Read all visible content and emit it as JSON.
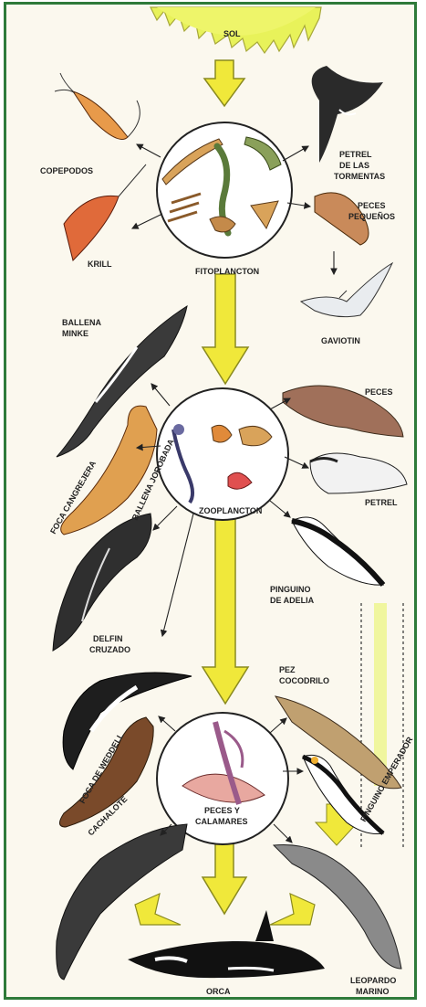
{
  "labels": {
    "sol": "SOL",
    "copepodos": "COPEPODOS",
    "krill": "KRILL",
    "fitoplancton": "FITOPLANCTON",
    "petrel_tormentas_1": "PETREL",
    "petrel_tormentas_2": "DE LAS",
    "petrel_tormentas_3": "TORMENTAS",
    "peces_pequenos_1": "PECES",
    "peces_pequenos_2": "PEQUEÑOS",
    "gaviotin": "GAVIOTIN",
    "ballena_minke_1": "BALLENA",
    "ballena_minke_2": "MINKE",
    "peces": "PECES",
    "foca_cangrejera": "FOCA CANGREJERA",
    "ballena_jorobada": "BALLENA JOROBADA",
    "zooplancton": "ZOOPLANCTON",
    "petrel": "PETREL",
    "pinguino_adelia_1": "PINGUINO",
    "pinguino_adelia_2": "DE ADELIA",
    "delfin_cruzado_1": "DELFIN",
    "delfin_cruzado_2": "CRUZADO",
    "pez_cocodrilo_1": "PEZ",
    "pez_cocodrilo_2": "COCODRILO",
    "foca_weddell": "FOCA DE WEDDELL",
    "peces_calamares_1": "PECES Y",
    "peces_calamares_2": "CALAMARES",
    "cachalote": "CACHALOTE",
    "pinguino_emperador": "PINGUINO EMPERADOR",
    "orca": "ORCA",
    "leopardo_marino_1": "LEOPARDO",
    "leopardo_marino_2": "MARINO"
  },
  "colors": {
    "frame": "#2e7a3a",
    "sun": "#e8f25a",
    "flow_arrow": "#f0e83a",
    "flow_arrow_stroke": "#8a8a20",
    "background": "#fbf8ee"
  }
}
